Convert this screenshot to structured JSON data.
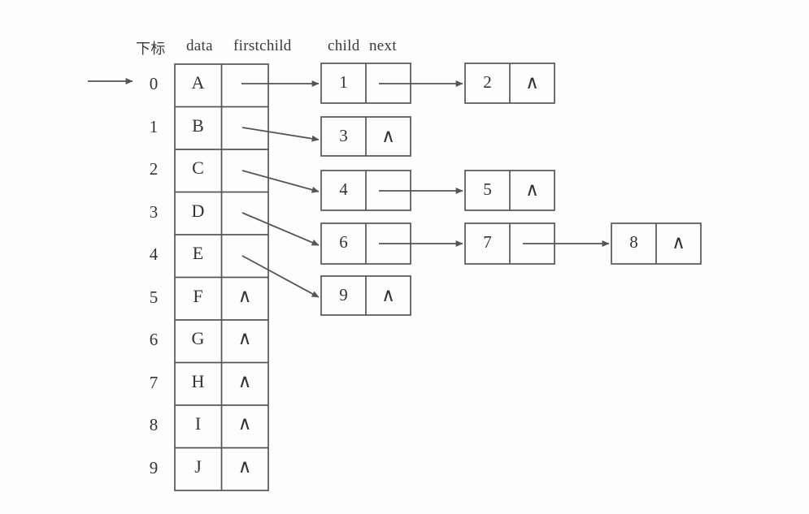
{
  "figure": {
    "title": "Child linked-list representation of a tree",
    "headers": {
      "index": "下标",
      "data": "data",
      "firstchild": "firstchild",
      "child": "child",
      "next": "next"
    },
    "nil_symbol": "∧",
    "colors": {
      "background": "#fdfdfc",
      "stroke": "#555555",
      "text": "#333333"
    }
  },
  "table": {
    "rows": [
      {
        "index": "0",
        "data": "A",
        "firstchild": ""
      },
      {
        "index": "1",
        "data": "B",
        "firstchild": ""
      },
      {
        "index": "2",
        "data": "C",
        "firstchild": ""
      },
      {
        "index": "3",
        "data": "D",
        "firstchild": ""
      },
      {
        "index": "4",
        "data": "E",
        "firstchild": ""
      },
      {
        "index": "5",
        "data": "F",
        "firstchild": "∧"
      },
      {
        "index": "6",
        "data": "G",
        "firstchild": "∧"
      },
      {
        "index": "7",
        "data": "H",
        "firstchild": "∧"
      },
      {
        "index": "8",
        "data": "I",
        "firstchild": "∧"
      },
      {
        "index": "9",
        "data": "J",
        "firstchild": "∧"
      }
    ]
  },
  "lists": [
    {
      "from_row": "0",
      "nodes": [
        {
          "child": "1",
          "next": ""
        },
        {
          "child": "2",
          "next": "∧"
        }
      ]
    },
    {
      "from_row": "1",
      "nodes": [
        {
          "child": "3",
          "next": "∧"
        }
      ]
    },
    {
      "from_row": "2",
      "nodes": [
        {
          "child": "4",
          "next": ""
        },
        {
          "child": "5",
          "next": "∧"
        }
      ]
    },
    {
      "from_row": "3",
      "nodes": [
        {
          "child": "6",
          "next": ""
        },
        {
          "child": "7",
          "next": ""
        },
        {
          "child": "8",
          "next": "∧"
        }
      ]
    },
    {
      "from_row": "4",
      "nodes": [
        {
          "child": "9",
          "next": "∧"
        }
      ]
    }
  ],
  "entry_arrow": {
    "label": ""
  }
}
